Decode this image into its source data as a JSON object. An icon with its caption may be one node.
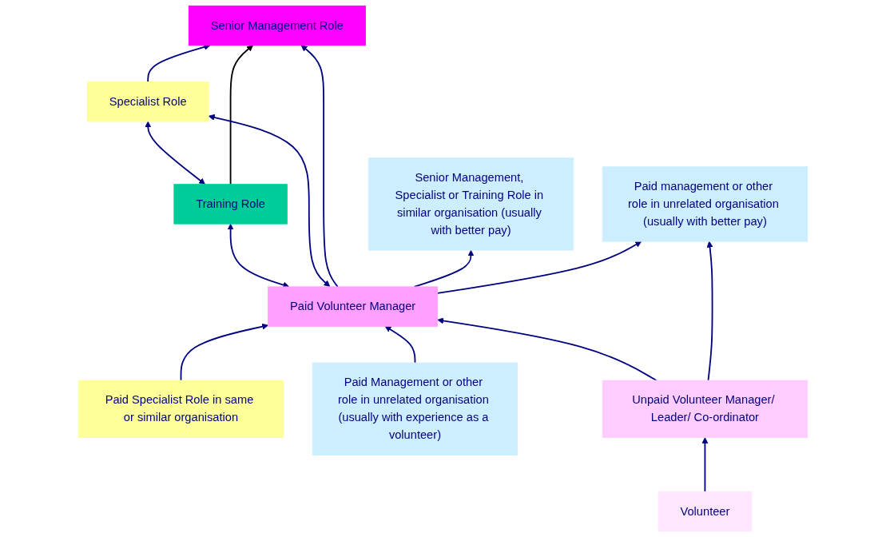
{
  "diagram": {
    "nodes": [
      {
        "text": [
          "Training Role"
        ]
      },
      {
        "text": [
          "Specialist Role"
        ]
      },
      {
        "text": [
          "Senior Management Role"
        ]
      },
      {
        "text": [
          "Senior Management, Specialist or Training Role in similar organisation (usually with better pay)"
        ]
      },
      {
        "text": [
          "Paid Specialist Role in same or similar organisation"
        ]
      },
      {
        "text": [
          "Paid Volunteer Manager"
        ]
      },
      {
        "text": [
          "Paid management or other role in unrelated organisation (usually with better pay)"
        ]
      },
      {
        "text": [
          "Paid Management or other role in unrelated organisation (usually with experience as a volunteer)"
        ]
      },
      {
        "text": [
          "Unpaid Volunteer Manager/ Leader/ Co-ordinator"
        ]
      },
      {
        "text": [
          "Volunteer"
        ]
      }
    ],
    "edges": [
      {
        "from": 0,
        "to": 1,
        "arrow": "both"
      },
      {
        "from": 1,
        "to": 2,
        "arrow": "to"
      },
      {
        "from": 0,
        "to": 2,
        "arrow": "to",
        "color": "#000000"
      },
      {
        "from": 5,
        "to": 0,
        "arrow": "both"
      },
      {
        "from": 5,
        "to": 1,
        "arrow": "both"
      },
      {
        "from": 5,
        "to": 2,
        "arrow": "to"
      },
      {
        "from": 5,
        "to": 3,
        "arrow": "to"
      },
      {
        "from": 4,
        "to": 5,
        "arrow": "to"
      },
      {
        "from": 5,
        "to": 6,
        "arrow": "to"
      },
      {
        "from": 7,
        "to": 5,
        "arrow": "to"
      },
      {
        "from": 8,
        "to": 5,
        "arrow": "to"
      },
      {
        "from": 8,
        "to": 6,
        "arrow": "to"
      },
      {
        "from": 9,
        "to": 8,
        "arrow": "to"
      }
    ]
  }
}
